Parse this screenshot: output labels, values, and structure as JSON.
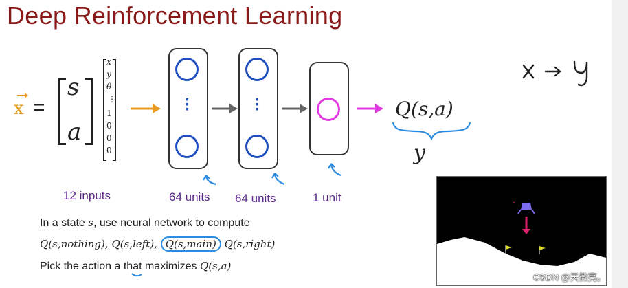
{
  "title": "Deep Reinforcement Learning",
  "input": {
    "vector_symbol": "x",
    "equals": "=",
    "s": "s",
    "a": "a",
    "components": [
      "x",
      "y",
      "θ",
      "⋮",
      "1",
      "0",
      "0",
      "0"
    ]
  },
  "layers": [
    {
      "label": "12 inputs"
    },
    {
      "label": "64 units"
    },
    {
      "label": "64 units"
    },
    {
      "label": "1 unit"
    }
  ],
  "output": {
    "q": "Q(s,a)",
    "y": "y"
  },
  "handwriting": {
    "mapping": "x → y"
  },
  "text": {
    "line1_prefix": "In a state ",
    "line1_var": "s",
    "line1_suffix": ", use neural network to compute",
    "q_nothing": "Q(s,nothing),",
    "q_left": "Q(s,left),",
    "q_main": "Q(s,main)",
    "q_right": "Q(s,right)",
    "line3_prefix": "Pick the action ",
    "line3_var": "a",
    "line3_mid": " that maximizes ",
    "line3_q": "Q(s,a)"
  },
  "watermark": "CSDN @天微亮。",
  "colors": {
    "title": "#8a1a1a",
    "input_accent": "#e89a22",
    "neuron": "#1f4fbf",
    "output_neuron": "#e23be2",
    "annotation": "#2a8be0",
    "label": "#5b2a8a"
  }
}
